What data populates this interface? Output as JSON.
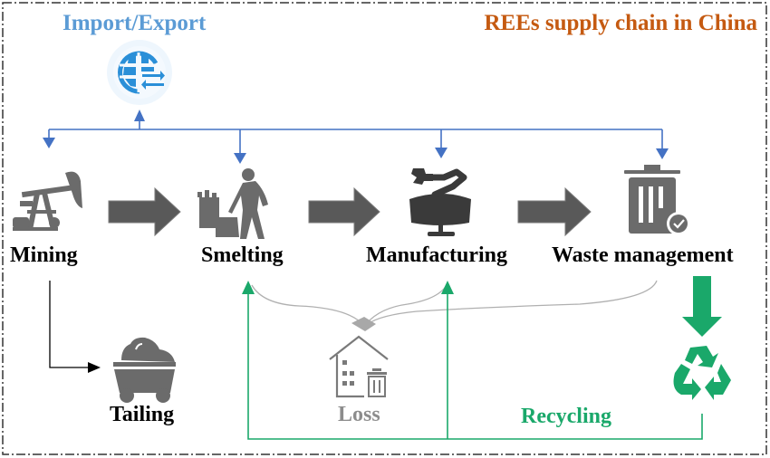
{
  "diagram": {
    "title": "REEs supply chain in China",
    "import_export": {
      "label": "Import/Export",
      "icon": "globe-exchange-icon"
    },
    "stages": [
      {
        "id": "mining",
        "label": "Mining",
        "icon": "oil-pump-icon"
      },
      {
        "id": "smelting",
        "label": "Smelting",
        "icon": "worker-shoveling-icon"
      },
      {
        "id": "manufacturing",
        "label": "Manufacturing",
        "icon": "robotic-arm-icon"
      },
      {
        "id": "waste",
        "label": "Waste management",
        "icon": "trash-bin-check-icon"
      }
    ],
    "outputs": {
      "tailing": {
        "label": "Tailing",
        "icon": "mine-cart-icon"
      },
      "loss": {
        "label": "Loss",
        "icon": "house-trash-icon"
      },
      "recycling": {
        "label": "Recycling",
        "icon": "recycle-icon"
      }
    },
    "colors": {
      "title": "#c55a11",
      "import_export": "#5b9bd5",
      "blue_connector": "#4472c4",
      "stage_icon": "#6b6b6b",
      "flow_arrow": "#595959",
      "recycling": "#1aa86a",
      "loss": "#8c8c8c",
      "loss_connector": "#b0b0b0",
      "text": "#000000"
    }
  }
}
